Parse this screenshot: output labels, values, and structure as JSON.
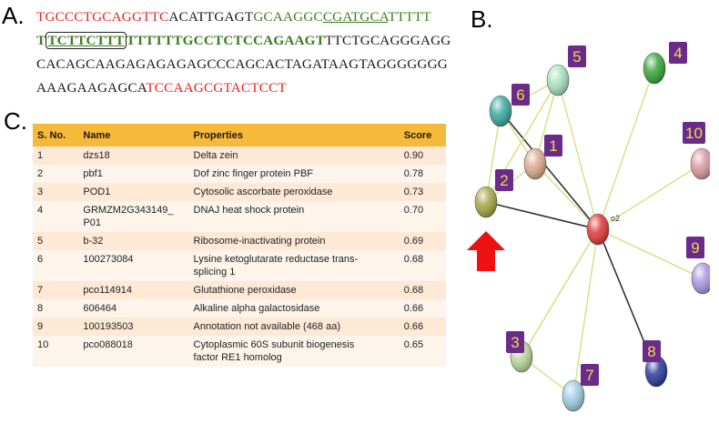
{
  "panels": {
    "a": "A.",
    "b": "B.",
    "c": "C."
  },
  "sequence": {
    "lines": [
      [
        {
          "t": "TGCCCTGCAGGTTC",
          "s": "red"
        },
        {
          "t": "ACATTGAGT",
          "s": "black"
        },
        {
          "t": "GCAAGGC",
          "s": "green"
        },
        {
          "t": "CGATGCA",
          "s": "green-ul"
        },
        {
          "t": "TTTTT",
          "s": "green"
        }
      ],
      [
        {
          "t": "T",
          "s": "green-bold"
        },
        {
          "t": "TCTTCTTT",
          "s": "green-box"
        },
        {
          "t": "TTTTTTGCCTCTCCAGAAGT",
          "s": "green-bold"
        },
        {
          "t": "TTCTGCAGGGAGG",
          "s": "black"
        }
      ],
      [
        {
          "t": "CACAGCAAGAGAGAGAGCCCAGCACTAGATAAGTAGGGGGGG",
          "s": "black"
        }
      ],
      [
        {
          "t": "AAAGAAGAGCA",
          "s": "black"
        },
        {
          "t": "TCCAAGCGTACTCCT",
          "s": "red"
        }
      ]
    ]
  },
  "table": {
    "headers": {
      "sno": "S. No.",
      "name": "Name",
      "properties": "Properties",
      "score": "Score"
    },
    "rows": [
      {
        "sno": "1",
        "name": "dzs18",
        "properties": "Delta zein",
        "score": "0.90"
      },
      {
        "sno": "2",
        "name": "pbf1",
        "properties": "Dof zinc finger protein PBF",
        "score": "0.78"
      },
      {
        "sno": "3",
        "name": "POD1",
        "properties": "Cytosolic ascorbate peroxidase",
        "score": "0.73"
      },
      {
        "sno": "4",
        "name": "GRMZM2G343149_\nP01",
        "properties": "DNAJ heat shock protein",
        "score": "0.70"
      },
      {
        "sno": "5",
        "name": "b-32",
        "properties": "Ribosome-inactivating protein",
        "score": "0.69"
      },
      {
        "sno": "6",
        "name": "100273084",
        "properties": "Lysine ketoglutarate reductase trans-\nsplicing 1",
        "score": "0.68"
      },
      {
        "sno": "7",
        "name": "pco114914",
        "properties": "Glutathione peroxidase",
        "score": "0.68"
      },
      {
        "sno": "8",
        "name": "606464",
        "properties": "Alkaline alpha galactosidase",
        "score": "0.66"
      },
      {
        "sno": "9",
        "name": "100193503",
        "properties": "Annotation not available (468 aa)",
        "score": "0.66"
      },
      {
        "sno": "10",
        "name": "pco088018",
        "properties": "Cytoplasmic 60S subunit biogenesis\nfactor RE1 homolog",
        "score": "0.65"
      }
    ]
  },
  "network": {
    "center_label": "o2",
    "colors": {
      "edge": "#cfe07a",
      "edge_strong": "#333333",
      "label_bg": "#6a2b8a",
      "label_text": "#f6d84a",
      "arrow": "#ee1111"
    },
    "nodes": [
      {
        "id": "1",
        "color": "#d9a98a"
      },
      {
        "id": "2",
        "color": "#a7a445"
      },
      {
        "id": "3",
        "color": "#b9d69a"
      },
      {
        "id": "4",
        "color": "#3aa63a"
      },
      {
        "id": "5",
        "color": "#a8e0c0"
      },
      {
        "id": "6",
        "color": "#3aa8a0"
      },
      {
        "id": "7",
        "color": "#9ccce0"
      },
      {
        "id": "8",
        "color": "#2a3c9a"
      },
      {
        "id": "9",
        "color": "#a898e0"
      },
      {
        "id": "10",
        "color": "#d89aa0"
      },
      {
        "id": "o2",
        "color": "#e03838"
      }
    ]
  }
}
